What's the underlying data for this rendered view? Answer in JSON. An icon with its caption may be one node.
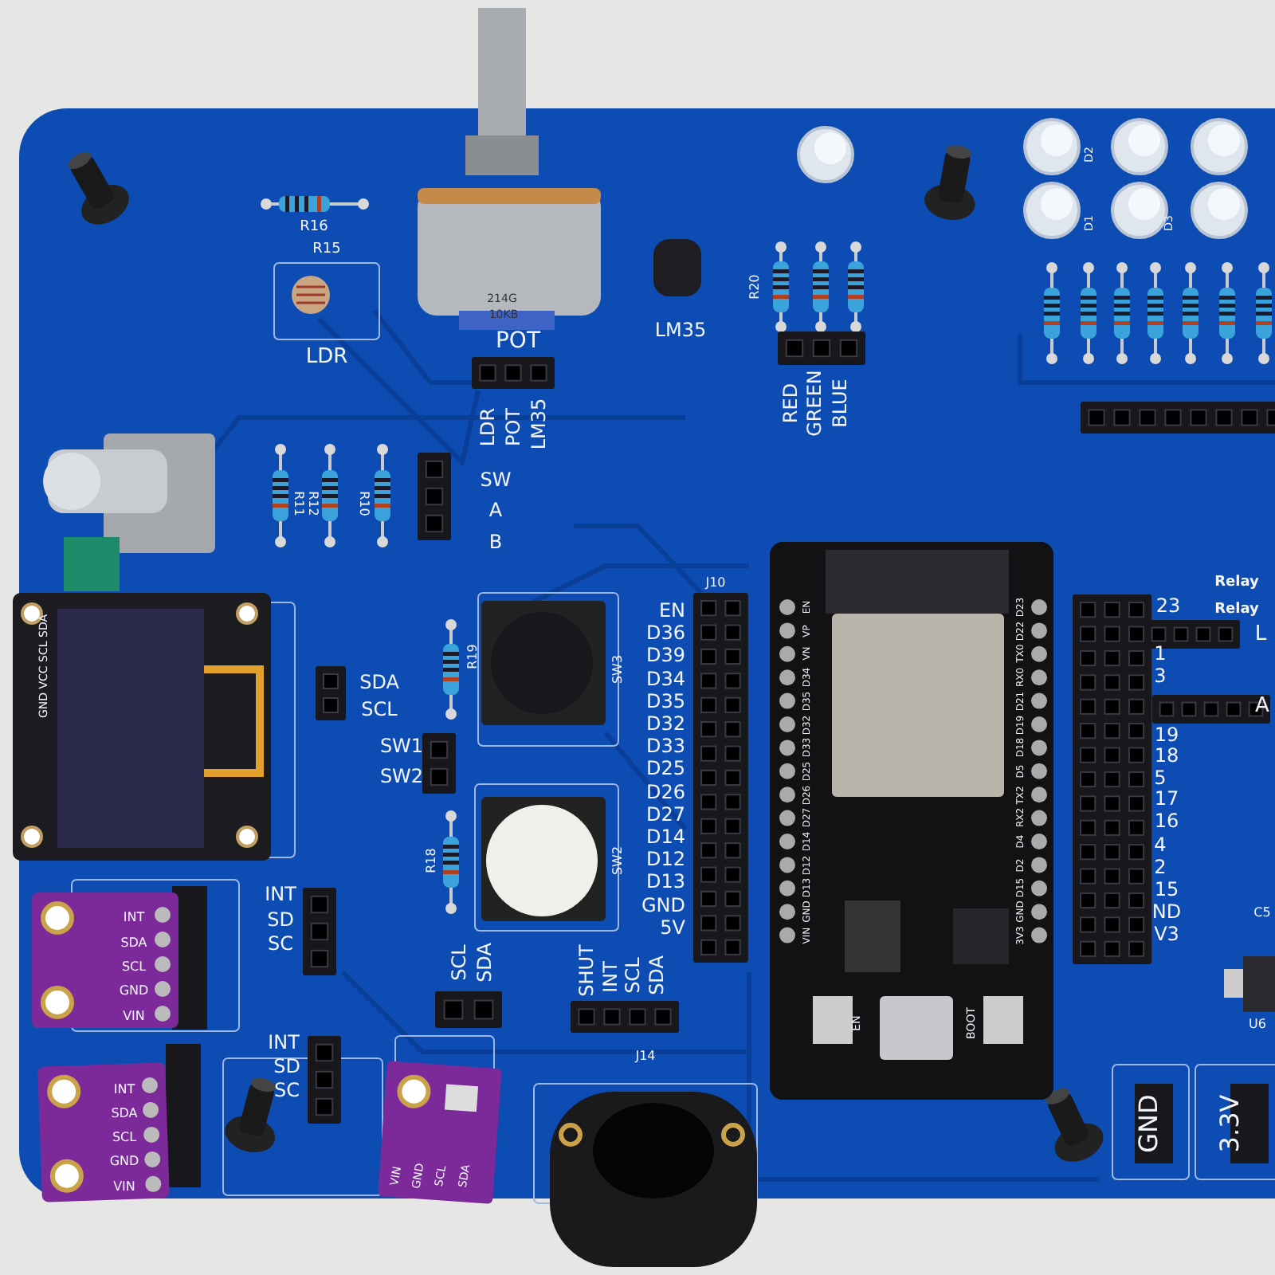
{
  "diagram": {
    "labels": [
      "R16",
      "R15",
      "214G",
      "10KB",
      "POT",
      "LDR",
      "LM35",
      "LDR",
      "POT",
      "LM35",
      "R20",
      "RED",
      "GREEN",
      "BLUE",
      "D2",
      "D1",
      "D3",
      "SW",
      "A",
      "B",
      "R11",
      "R12",
      "R10",
      "GND VCC SCL SDA",
      "SDA",
      "SCL",
      "R19",
      "SW3",
      "SW1",
      "SW2",
      "R18",
      "SW2",
      "J10",
      "EN",
      "D36",
      "D39",
      "D34",
      "D35",
      "D32",
      "D33",
      "D25",
      "D26",
      "D27",
      "D14",
      "D12",
      "D13",
      "GND",
      "5V",
      "23",
      "L",
      "1",
      "3",
      "A",
      "19",
      "18",
      "5",
      "17",
      "16",
      "4",
      "2",
      "15",
      "ND",
      "V3",
      "Relay",
      "Relay",
      "C5",
      "U6",
      "INT",
      "SDA",
      "SCL",
      "GND",
      "VIN",
      "INT",
      "SD",
      "SC",
      "INT",
      "SDA",
      "SCL",
      "GND",
      "VIN",
      "INT",
      "SD",
      "SC",
      "SCL",
      "SDA",
      "SHUT",
      "INT",
      "SCL",
      "SDA",
      "J14",
      "VIN",
      "GND",
      "SCL",
      "SDA",
      "EN",
      "BOOT",
      "GND",
      "3.3V",
      "EN",
      "VP",
      "VN",
      "D34",
      "D35",
      "D32",
      "D33",
      "D25",
      "D26",
      "D27",
      "D14",
      "D12",
      "D13",
      "GND",
      "VIN",
      "D23",
      "D22",
      "TX0",
      "RX0",
      "D21",
      "D19",
      "D18",
      "D5",
      "TX2",
      "RX2",
      "D4",
      "D2",
      "D15",
      "GND",
      "3V3"
    ]
  }
}
